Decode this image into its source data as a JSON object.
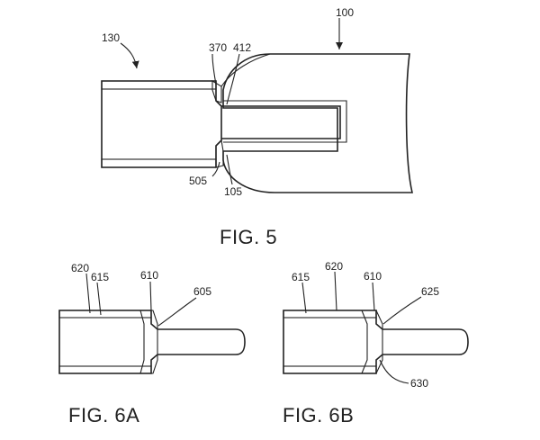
{
  "fig5": {
    "caption": "FIG. 5",
    "labels": {
      "r130": "130",
      "r100": "100",
      "r370": "370",
      "r412": "412",
      "r505": "505",
      "r105": "105"
    }
  },
  "fig6a": {
    "caption": "FIG. 6A",
    "labels": {
      "r620": "620",
      "r615": "615",
      "r610": "610",
      "r605": "605"
    }
  },
  "fig6b": {
    "caption": "FIG. 6B",
    "labels": {
      "r615": "615",
      "r620": "620",
      "r610": "610",
      "r625": "625",
      "r630": "630"
    }
  },
  "colors": {
    "line": "#222222",
    "background": "#ffffff"
  }
}
